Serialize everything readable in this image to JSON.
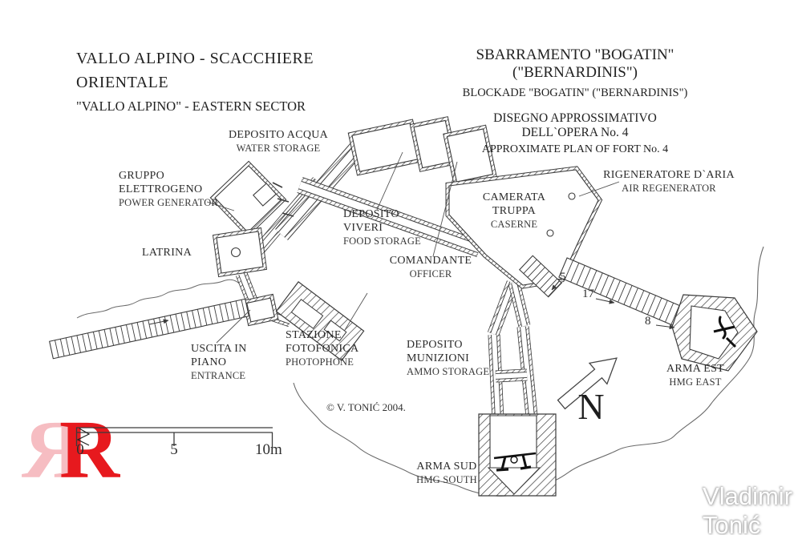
{
  "page": {
    "background": "#ffffff",
    "ink": "#3b3b3b",
    "logo_red": "#e7191e",
    "logo_pink": "#f6bdc2"
  },
  "title_left": {
    "line1": "VALLO ALPINO - SCACCHIERE",
    "line2": "ORIENTALE",
    "line3": "\"VALLO ALPINO\" - EASTERN SECTOR"
  },
  "title_right": {
    "line1": "SBARRAMENTO \"BOGATIN\" (\"BERNARDINIS\")",
    "line2": "BLOCKADE \"BOGATIN\" (\"BERNARDINIS\")",
    "line3": "DISEGNO APPROSSIMATIVO DELL`OPERA No. 4",
    "line4": "APPROXIMATE PLAN OF FORT No. 4"
  },
  "labels": {
    "deposito_acqua": {
      "it": "DEPOSITO ACQUA",
      "en": "WATER STORAGE"
    },
    "gruppo_elettrogeno": {
      "it1": "GRUPPO",
      "it2": "ELETTROGENO",
      "en": "POWER GENERATOR"
    },
    "latrina": {
      "it": "LATRINA"
    },
    "uscita_in_piano": {
      "it1": "USCITA IN",
      "it2": "PIANO",
      "en": "ENTRANCE"
    },
    "stazione_fotofonica": {
      "it1": "STAZIONE",
      "it2": "FOTOFONICA",
      "en": "PHOTOPHONE"
    },
    "deposito_viveri": {
      "it1": "DEPOSITO",
      "it2": "VIVERI",
      "en": "FOOD STORAGE"
    },
    "comandante": {
      "it": "COMANDANTE",
      "en": "OFFICER"
    },
    "camerata_truppa": {
      "it1": "CAMERATA",
      "it2": "TRUPPA",
      "en": "CASERNE"
    },
    "rigeneratore": {
      "it": "RIGENERATORE D`ARIA",
      "en": "AIR REGENERATOR"
    },
    "deposito_munizioni": {
      "it1": "DEPOSITO",
      "it2": "MUNIZIONI",
      "en": "AMMO STORAGE"
    },
    "arma_est": {
      "it": "ARMA EST",
      "en": "HMG EAST"
    },
    "arma_sud": {
      "it": "ARMA SUD",
      "en": "HMG SOUTH"
    }
  },
  "annotations": {
    "copyright": "© V. TONIĆ 2004.",
    "north_letter": "N",
    "steps_5": "5",
    "steps_17": "17",
    "steps_8": "8",
    "watermark": "Vladimir Tonić",
    "logo_mirrored_letter": "R",
    "logo_letter": "R"
  },
  "scale_bar": {
    "tick_0": "0",
    "tick_5": "5",
    "tick_10": "10m"
  }
}
